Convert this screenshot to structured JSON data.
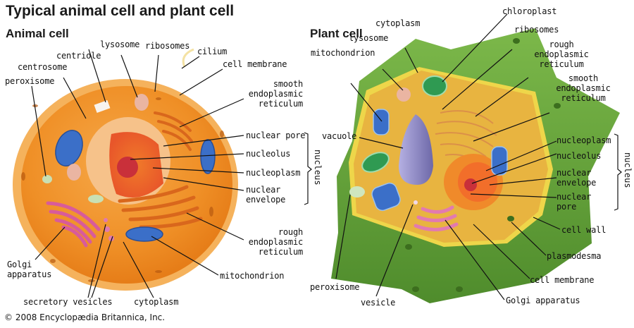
{
  "title": "Typical animal cell and plant cell",
  "credit": "© 2008 Encyclopædia Britannica, Inc.",
  "colors": {
    "animal_cytoplasm": "#f0962e",
    "animal_membrane": "#f5b25c",
    "nucleus_envelope": "#f6c28a",
    "nucleolus": "#c9303a",
    "mitochondrion": "#3b6fc8",
    "golgi": "#d85b9a",
    "plant_wall": "#6aa43e",
    "plant_cytoplasm": "#e8b440",
    "chloroplast": "#2f9a52",
    "vacuole": "#8c86c4"
  },
  "animal": {
    "heading": "Animal cell",
    "labels": {
      "lysosome": "lysosome",
      "ribosomes": "ribosomes",
      "cilium": "cilium",
      "centriole": "centriole",
      "cell_membrane": "cell membrane",
      "centrosome": "centrosome",
      "peroxisome": "peroxisome",
      "smooth_er": "smooth\nendoplasmic\nreticulum",
      "nuclear_pore": "nuclear pore",
      "nucleolus": "nucleolus",
      "nucleoplasm": "nucleoplasm",
      "nuclear_envelope": "nuclear\nenvelope",
      "nucleus_group": "nucleus",
      "rough_er": "rough\nendoplasmic\nreticulum",
      "golgi": "Golgi\napparatus",
      "mitochondrion": "mitochondrion",
      "secretory_vesicles": "secretory vesicles",
      "cytoplasm": "cytoplasm"
    }
  },
  "plant": {
    "heading": "Plant cell",
    "labels": {
      "chloroplast": "chloroplast",
      "cytoplasm": "cytoplasm",
      "ribosomes": "ribosomes",
      "lysosome": "lysosome",
      "rough_er": "rough\nendoplasmic\nreticulum",
      "mitochondrion": "mitochondrion",
      "smooth_er": "smooth\nendoplasmic\nreticulum",
      "vacuole": "vacuole",
      "nucleoplasm": "nucleoplasm",
      "nucleolus": "nucleolus",
      "nuclear_envelope": "nuclear\nenvelope",
      "nuclear_pore": "nuclear\npore",
      "nucleus_group": "nucleus",
      "cell_wall": "cell wall",
      "plasmodesma": "plasmodesma",
      "peroxisome": "peroxisome",
      "cell_membrane": "cell membrane",
      "vesicle": "vesicle",
      "golgi": "Golgi apparatus"
    }
  }
}
